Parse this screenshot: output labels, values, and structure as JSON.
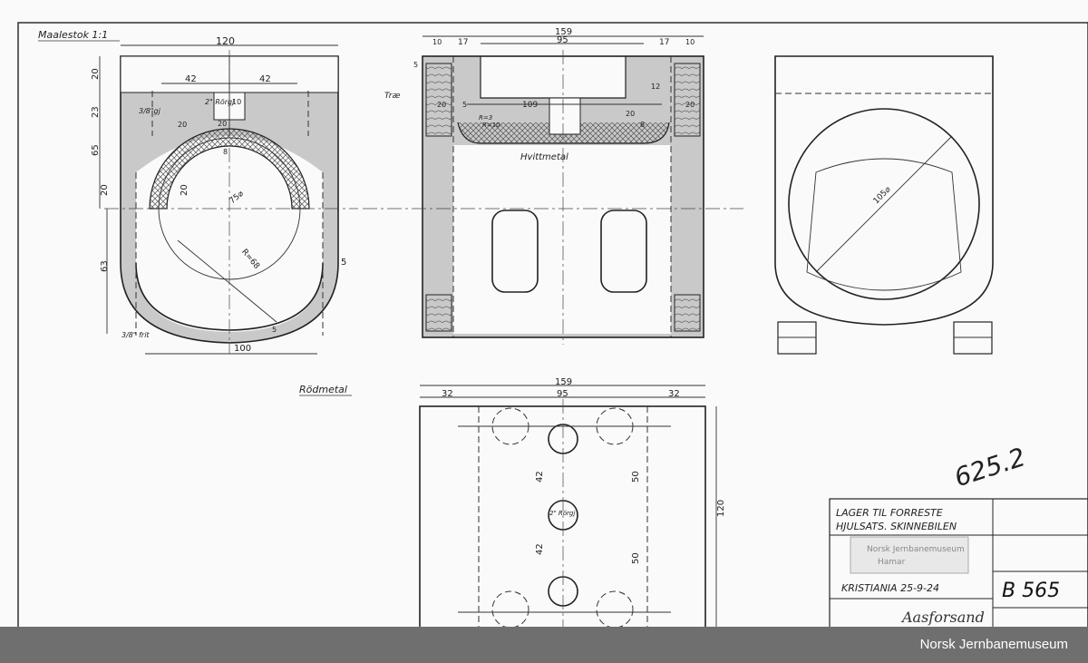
{
  "drawing": {
    "scale_note": "Maalestok 1:1",
    "title_line1": "LAGER TIL FORRESTE",
    "title_line2": "HJULSATS. SKINNEBILEN",
    "place_date": "KRISTIANIA  25-9-24",
    "drawing_number": "B 565",
    "catalog_number": "625.2",
    "signature": "Aasforsand",
    "stamp_line1": "Norsk Jernbanemuseum",
    "stamp_line2": "Hamar"
  },
  "materials": {
    "bronze": "Rödmetal",
    "white_metal": "Hvittmetal",
    "wood": "Træ"
  },
  "labels": {
    "oil_hole_top": "2\" Rörgj",
    "radius_a": "R=3",
    "radius_b": "R=10",
    "bolt_3_8": "3/8\" frit",
    "thread_3_8": "3/8\"gj",
    "oil_plan": "2\" Rörgj"
  },
  "dimensions": {
    "front_width": "120",
    "front_bottom": "100",
    "front_half_a": "42",
    "front_half_b": "42",
    "front_v1": "20",
    "front_v2": "23",
    "front_v3": "65",
    "front_v4": "20",
    "front_v5": "63",
    "front_r1": "20",
    "front_r2": "20",
    "front_r3": "8",
    "front_r4": "10",
    "front_diam": "75⌀",
    "front_r68": "R=68",
    "front_side5": "5",
    "front_bot5": "5",
    "front_inner20": "20",
    "side_total": "159",
    "side_mid": "95",
    "side_l10": "10",
    "side_l17": "17",
    "side_r17": "17",
    "side_r10": "10",
    "side_edge5": "5",
    "side_109": "109",
    "side_20a": "20",
    "side_20b": "20",
    "side_20c": "20",
    "side_12": "12",
    "side_8": "8",
    "side_5": "5",
    "right_diam": "105⌀",
    "plan_total": "159",
    "plan_mid": "95",
    "plan_l32": "32",
    "plan_r32": "32",
    "plan_120": "120",
    "plan_42a": "42",
    "plan_42b": "42",
    "plan_50a": "50",
    "plan_50b": "50"
  },
  "footer": {
    "museum": "Norsk Jernbanemuseum"
  }
}
